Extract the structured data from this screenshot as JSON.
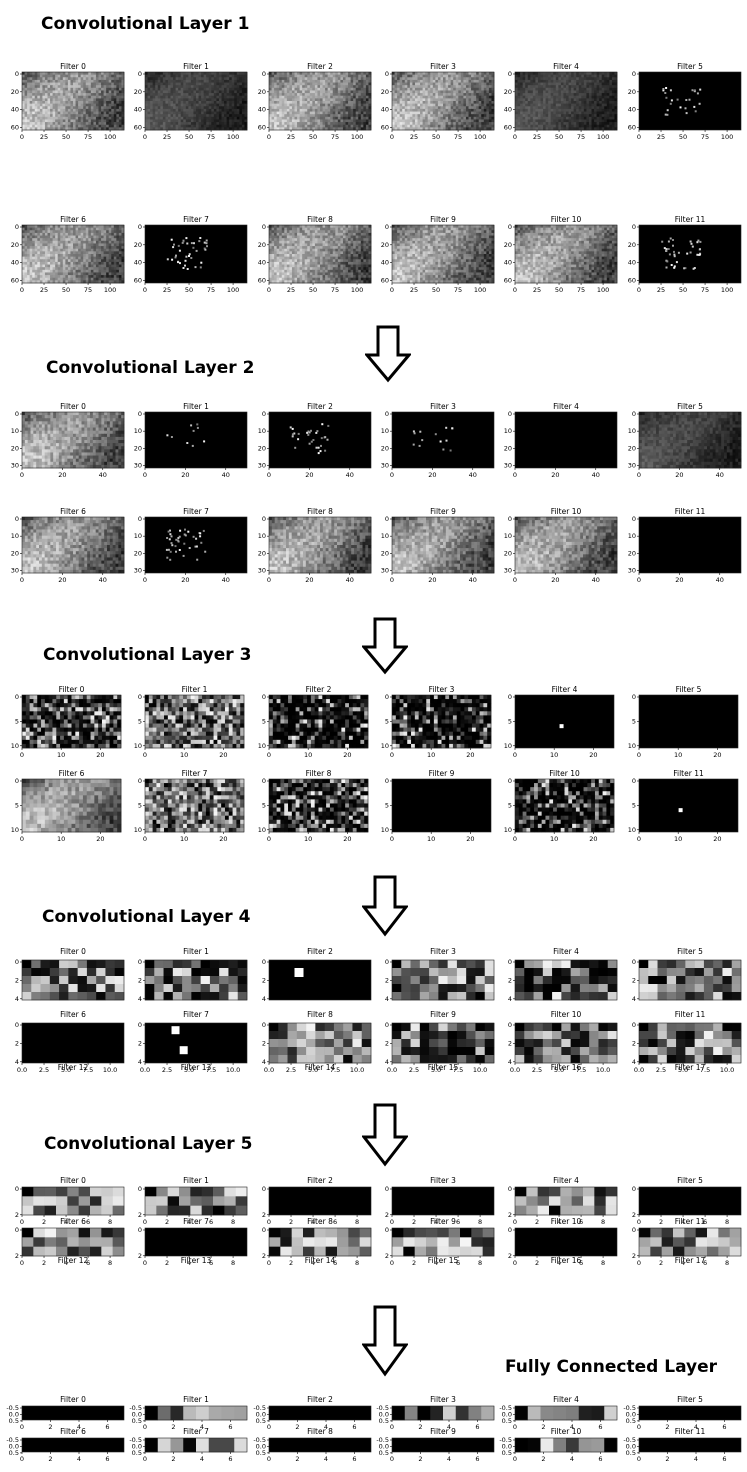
{
  "layers": [
    {
      "title": "Convolutional Layer 1",
      "filters": [
        "Filter 0",
        "Filter 1",
        "Filter 2",
        "Filter 3",
        "Filter 4",
        "Filter 5",
        "Filter 6",
        "Filter 7",
        "Filter 8",
        "Filter 9",
        "Filter 10",
        "Filter 11"
      ],
      "xticks": [
        "0",
        "25",
        "50",
        "75",
        "100"
      ],
      "yticks": [
        "0",
        "20",
        "40",
        "60"
      ]
    },
    {
      "title": "Convolutional Layer 2",
      "filters": [
        "Filter 0",
        "Filter 1",
        "Filter 2",
        "Filter 3",
        "Filter 4",
        "Filter 5",
        "Filter 6",
        "Filter 7",
        "Filter 8",
        "Filter 9",
        "Filter 10",
        "Filter 11"
      ],
      "xticks": [
        "0",
        "20",
        "40"
      ],
      "yticks": [
        "0",
        "10",
        "20",
        "30"
      ]
    },
    {
      "title": "Convolutional Layer 3",
      "filters": [
        "Filter 0",
        "Filter 1",
        "Filter 2",
        "Filter 3",
        "Filter 4",
        "Filter 5",
        "Filter 6",
        "Filter 7",
        "Filter 8",
        "Filter 9",
        "Filter 10",
        "Filter 11"
      ],
      "xticks": [
        "0",
        "10",
        "20"
      ],
      "yticks": [
        "0",
        "5",
        "10"
      ]
    },
    {
      "title": "Convolutional Layer 4",
      "filters": [
        "Filter 0",
        "Filter 1",
        "Filter 2",
        "Filter 3",
        "Filter 4",
        "Filter 5",
        "Filter 6",
        "Filter 7",
        "Filter 8",
        "Filter 9",
        "Filter 10",
        "Filter 11"
      ],
      "bottom_labels": [
        "Filter 12",
        "Filter 13",
        "Filter 14",
        "Filter 15",
        "Filter 16",
        "Filter 17"
      ],
      "xticks": [
        "0.0",
        "2.5",
        "5.0",
        "7.5",
        "10.0"
      ],
      "yticks": [
        "0",
        "2",
        "4"
      ]
    },
    {
      "title": "Convolutional Layer 5",
      "filters": [
        "Filter 0",
        "Filter 1",
        "Filter 2",
        "Filter 3",
        "Filter 4",
        "Filter 5",
        "Filter 6",
        "Filter 7",
        "Filter 8",
        "Filter 9",
        "Filter 10",
        "Filter 11"
      ],
      "bottom_labels": [
        "Filter 12",
        "Filter 13",
        "Filter 14",
        "Filter 15",
        "Filter 16",
        "Filter 17"
      ],
      "xticks": [
        "0",
        "2",
        "4",
        "6",
        "8"
      ],
      "yticks": [
        "0",
        "2"
      ]
    },
    {
      "title": "Fully Connected Layer",
      "filters": [
        "Filter 0",
        "Filter 1",
        "Filter 2",
        "Filter 3",
        "Filter 4",
        "Filter 5",
        "Filter 6",
        "Filter 7",
        "Filter 8",
        "Filter 9",
        "Filter 10",
        "Filter 11"
      ],
      "xticks": [
        "0",
        "2",
        "4",
        "6"
      ],
      "yticks": [
        "-0.5",
        "0.0",
        "0.5"
      ]
    }
  ]
}
